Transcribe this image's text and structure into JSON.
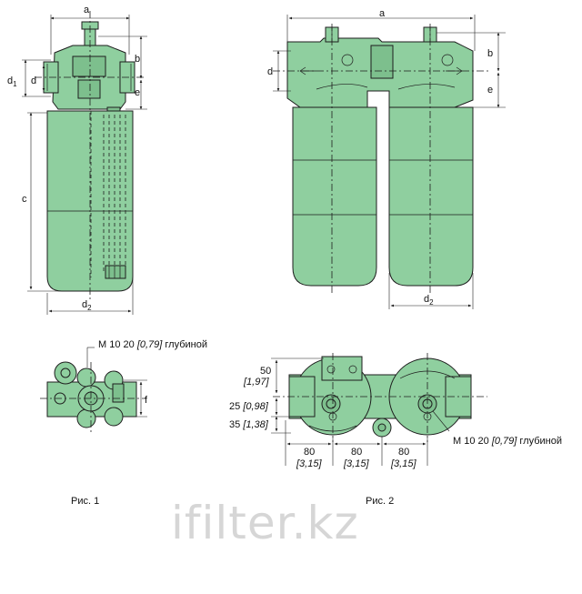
{
  "fig1": {
    "caption": "Рис. 1",
    "dim_a": "a",
    "dim_b": "b",
    "dim_e": "e",
    "dim_d": "d",
    "dim_d1_main": "d",
    "dim_d1_sub": "1",
    "dim_c": "c",
    "dim_d2_main": "d",
    "dim_d2_sub": "2",
    "dim_f": "f",
    "thread_note": {
      "prefix": "M 10 20",
      "value": "[0,79]",
      "suffix": "глубиной"
    }
  },
  "fig2": {
    "caption": "Рис. 2",
    "dim_a": "a",
    "dim_b": "b",
    "dim_e": "e",
    "dim_d": "d",
    "dim_d2_main": "d",
    "dim_d2_sub": "2",
    "dim_50": "50",
    "dim_50_in": "[1,97]",
    "dim_25": "25",
    "dim_25_in": "[0,98]",
    "dim_35": "35",
    "dim_35_in": "[1,38]",
    "dim_80_a": "80",
    "dim_80_a_in": "[3,15]",
    "dim_80_b": "80",
    "dim_80_b_in": "[3,15]",
    "dim_80_c": "80",
    "dim_80_c_in": "[3,15]",
    "thread_note": {
      "prefix": "M 10 20",
      "value": "[0,79]",
      "suffix": "глубиной"
    }
  },
  "watermark": "ifilter.kz",
  "colors": {
    "body": "#8fcf9f",
    "outline": "#1e1e1e",
    "watermark": "#d6d6d6"
  }
}
